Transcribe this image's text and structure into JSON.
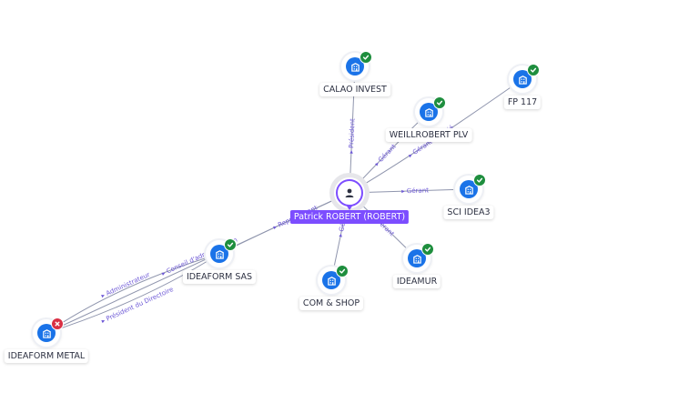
{
  "colors": {
    "node_blue": "#1a73e8",
    "status_active": "#1e8e3e",
    "status_inactive": "#d93044",
    "person_accent": "#7c4dff",
    "edge": "#8f95ad",
    "edge_label": "#6d58d6"
  },
  "icons": {
    "company": "building-icon",
    "person": "person-icon",
    "active": "check-icon",
    "inactive": "close-icon"
  },
  "person": {
    "label": "Patrick ROBERT (ROBERT)"
  },
  "companies": [
    {
      "id": "calao",
      "label": "CALAO INVEST",
      "status": "active"
    },
    {
      "id": "fp117",
      "label": "FP 117",
      "status": "active"
    },
    {
      "id": "weill",
      "label": "WEILLROBERT PLV",
      "status": "active"
    },
    {
      "id": "sci",
      "label": "SCI IDEA3",
      "status": "active"
    },
    {
      "id": "ideamur",
      "label": "IDEAMUR",
      "status": "active"
    },
    {
      "id": "comshop",
      "label": "COM & SHOP",
      "status": "active"
    },
    {
      "id": "ideaform_sas",
      "label": "IDEAFORM SAS",
      "status": "active"
    },
    {
      "id": "ideaform_metal",
      "label": "IDEAFORM METAL",
      "status": "inactive"
    }
  ],
  "edges": [
    {
      "from": "person",
      "to": "calao",
      "label": "Président"
    },
    {
      "from": "person",
      "to": "weill",
      "label": "Gérant"
    },
    {
      "from": "person",
      "to": "fp117",
      "label": "Gérant associé"
    },
    {
      "from": "person",
      "to": "sci",
      "label": "Gérant"
    },
    {
      "from": "person",
      "to": "ideamur",
      "label": "Gérant"
    },
    {
      "from": "person",
      "to": "comshop",
      "label": "Gérant"
    },
    {
      "from": "person",
      "to": "ideaform_sas",
      "label": "Représentant"
    },
    {
      "from": "person",
      "to": "ideaform_metal",
      "label": "Conseil d'administration"
    },
    {
      "from": "ideaform_sas",
      "to": "ideaform_metal",
      "label": "Administrateur"
    },
    {
      "from": "ideaform_sas",
      "to": "ideaform_metal",
      "label": "Président du Directoire"
    }
  ]
}
